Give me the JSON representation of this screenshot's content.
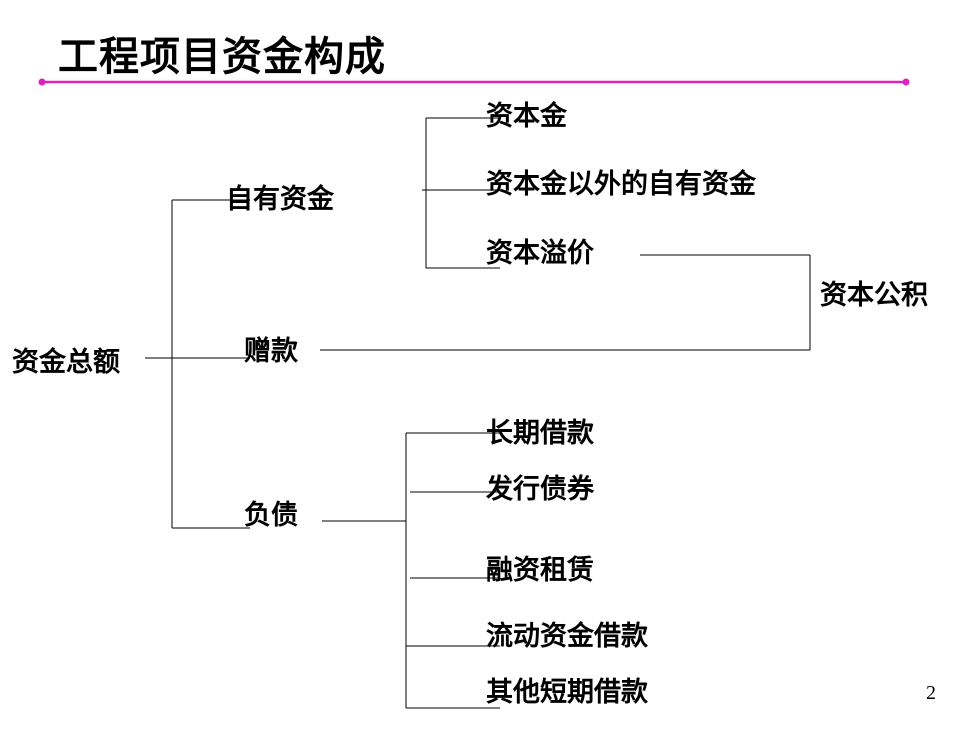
{
  "slide": {
    "title": "工程项目资金构成",
    "page_number": "2",
    "accent_color": "#e020c0"
  },
  "diagram": {
    "root": "资金总额",
    "level1": {
      "own_funds": "自有资金",
      "donation": "赠款",
      "liabilities": "负债"
    },
    "own_funds_children": [
      "资本金",
      "资本金以外的自有资金",
      "资本溢价"
    ],
    "liabilities_children": [
      "长期借款",
      "发行债券",
      "融资租赁",
      "流动资金借款",
      "其他短期借款"
    ],
    "capital_reserve": "资本公积"
  }
}
